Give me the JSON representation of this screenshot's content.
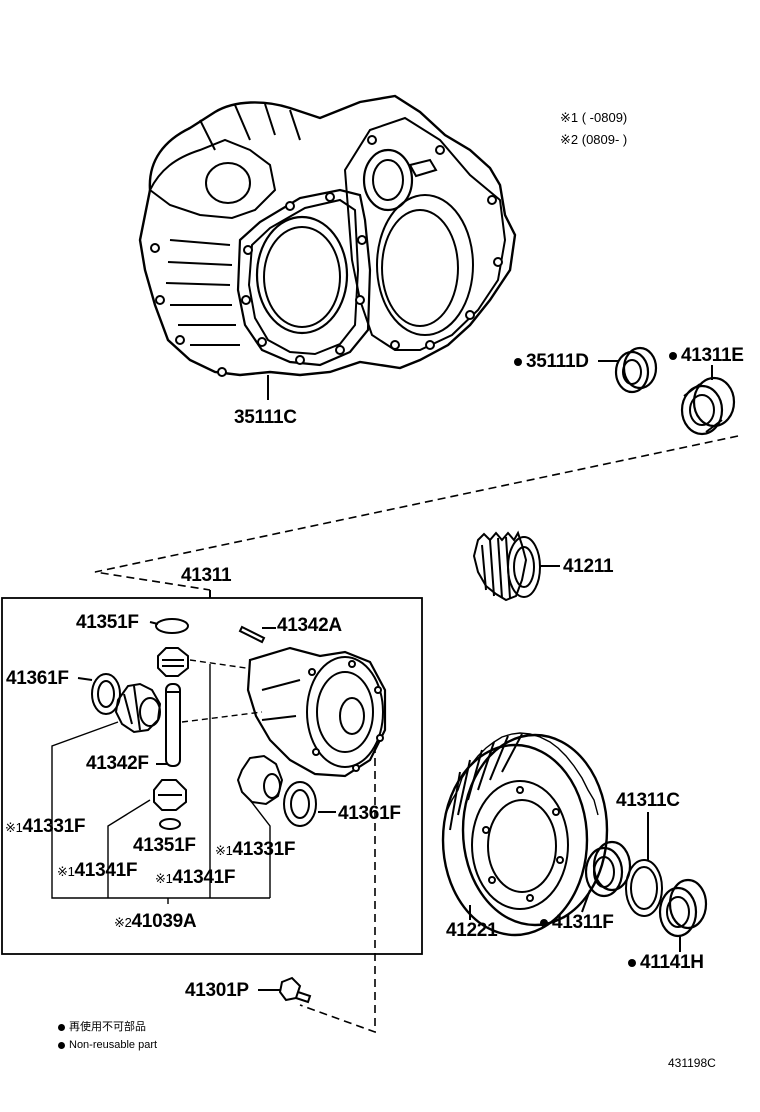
{
  "notes": {
    "n1": "※1 (    -0809)",
    "n2": "※2 (0809-    )"
  },
  "parts": {
    "p35111C": "35111C",
    "p35111D": "35111D",
    "p41311E": "41311E",
    "p41311": "41311",
    "p41211": "41211",
    "p41351F_top": "41351F",
    "p41342A": "41342A",
    "p41361F_left": "41361F",
    "p41342F": "41342F",
    "p41331F_left": "41331F",
    "p41361F_right": "41361F",
    "p41351F_bottom": "41351F",
    "p41331F_right": "41331F",
    "p41341F_left": "41341F",
    "p41341F_right": "41341F",
    "p41039A": "41039A",
    "p41311C": "41311C",
    "p41221": "41221",
    "p41311F": "41311F",
    "p41141H": "41141H",
    "p41301P": "41301P"
  },
  "marks": {
    "m1": "※1",
    "m2": "※2"
  },
  "legend": {
    "jp": "再使用不可部品",
    "en": "Non-reusable part"
  },
  "figure_code": "431198C"
}
